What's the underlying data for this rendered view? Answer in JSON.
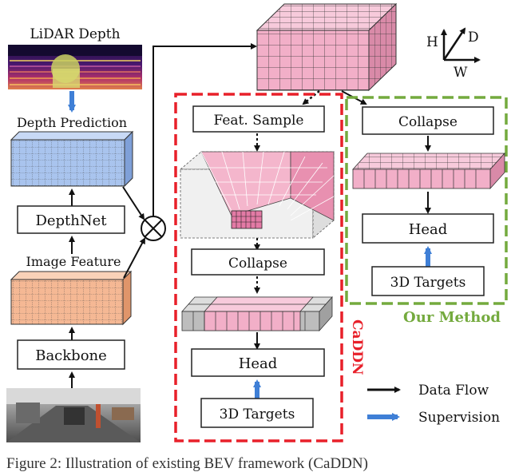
{
  "labels": {
    "lidar_depth": "LiDAR Depth",
    "depth_prediction": "Depth Prediction",
    "depthnet": "DepthNet",
    "image_feature": "Image Feature",
    "backbone": "Backbone",
    "feat_sample": "Feat. Sample",
    "collapse_left": "Collapse",
    "head_left": "Head",
    "targets_left": "3D Targets",
    "collapse_right": "Collapse",
    "head_right": "Head",
    "targets_right": "3D Targets",
    "caddn": "CaDDN",
    "our_method": "Our Method",
    "axis_h": "H",
    "axis_d": "D",
    "axis_w": "W"
  },
  "legend": {
    "data_flow": "Data Flow",
    "supervision": "Supervision"
  },
  "caption": "Figure 2: Illustration of existing BEV framework (CaDDN)",
  "colors": {
    "pink_front": "#F2AFC8",
    "pink_top": "#F7CADB",
    "pink_side": "#D98AA8",
    "blue_front": "#A9C4EE",
    "blue_top": "#C8D9F5",
    "blue_side": "#7FA0D8",
    "orange_front": "#F5B894",
    "orange_top": "#F9D2B8",
    "orange_side": "#E0956A",
    "caddn_red": "#E8202A",
    "method_green": "#74AA3E",
    "supervision_blue": "#3F7FD6"
  }
}
